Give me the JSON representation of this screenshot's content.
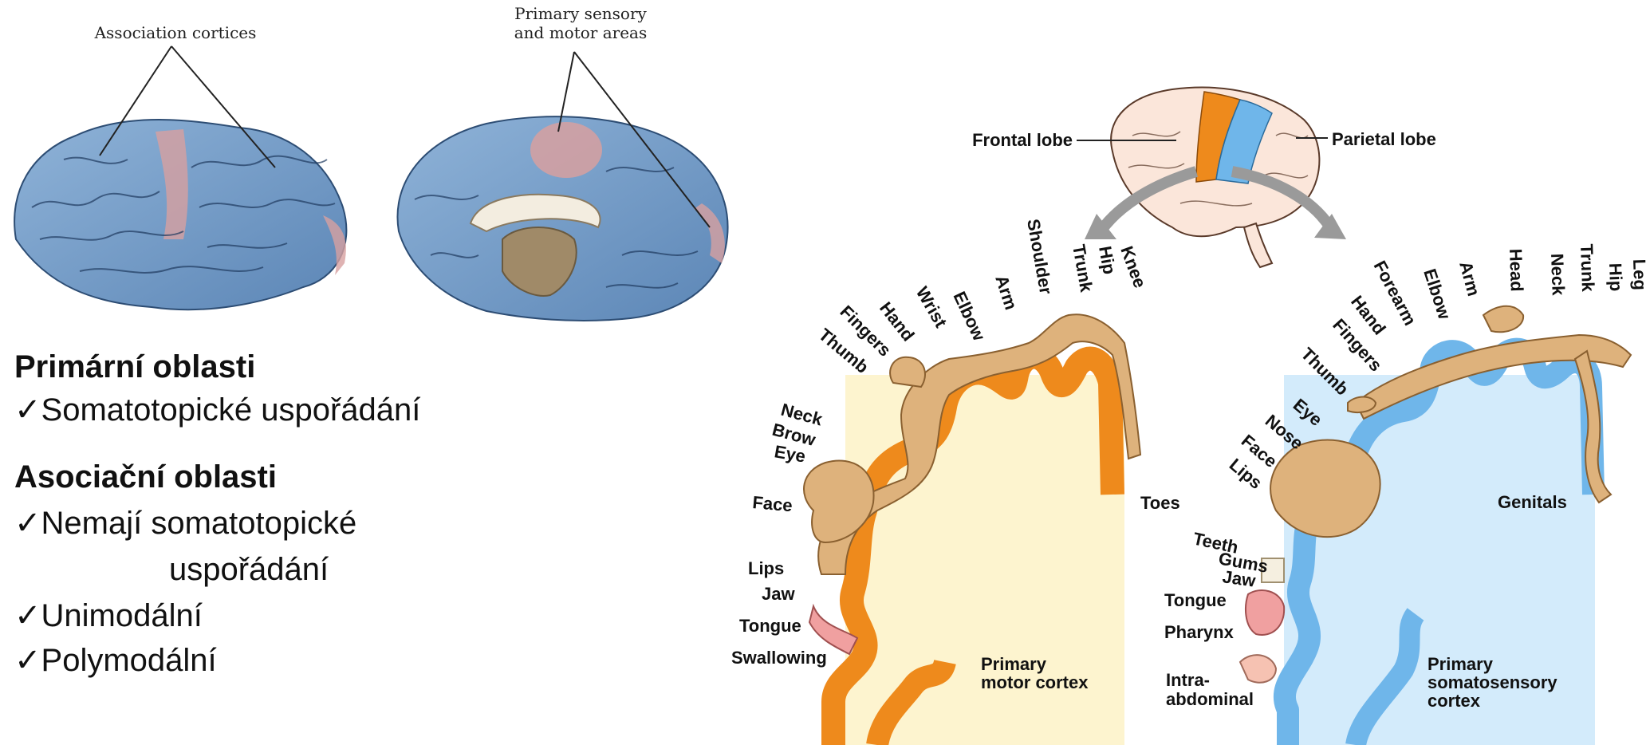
{
  "top_labels": {
    "association": "Association cortices",
    "primary_line1": "Primary sensory",
    "primary_line2": "and motor areas"
  },
  "text_panel": {
    "heading1": "Primární oblasti",
    "item1": "Somatotopické uspořádání",
    "heading2": "Asociační oblasti",
    "item2_line1": "Nemají somatotopické",
    "item2_line2": "uspořádání",
    "item3": "Unimodální",
    "item4": "Polymodální",
    "check": "✓"
  },
  "brain_labels": {
    "frontal": "Frontal lobe",
    "parietal": "Parietal lobe"
  },
  "motor": {
    "title_line1": "Primary",
    "title_line2": "motor cortex",
    "parts": [
      "Toes",
      "Knee",
      "Hip",
      "Trunk",
      "Shoulder",
      "Arm",
      "Elbow",
      "Wrist",
      "Hand",
      "Fingers",
      "Thumb",
      "Neck",
      "Brow",
      "Eye",
      "Face",
      "Lips",
      "Jaw",
      "Tongue",
      "Swallowing"
    ]
  },
  "sensory": {
    "title_line1": "Primary",
    "title_line2": "somatosensory",
    "title_line3": "cortex",
    "parts": [
      "Leg",
      "Hip",
      "Trunk",
      "Neck",
      "Head",
      "Arm",
      "Elbow",
      "Forearm",
      "Hand",
      "Fingers",
      "Thumb",
      "Eye",
      "Nose",
      "Face",
      "Lips",
      "Genitals",
      "Teeth",
      "Gums",
      "Jaw",
      "Tongue",
      "Pharynx",
      "Intra-",
      "abdominal"
    ]
  },
  "colors": {
    "motor": "#ee8a1c",
    "sensory": "#6fb6ea",
    "brain_blue": "#6f9ac7",
    "highlight": "#d7a0a0"
  }
}
